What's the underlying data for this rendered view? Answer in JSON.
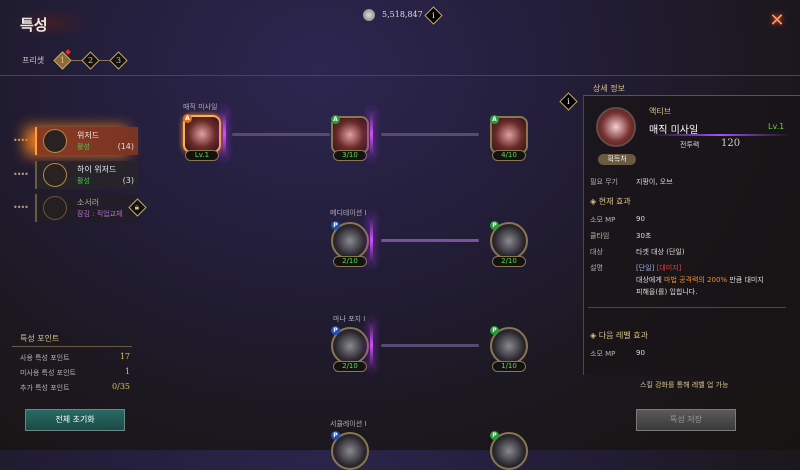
{
  "header": {
    "title": "특성",
    "currency": "5,518,847",
    "preset_label": "프리셋",
    "presets": [
      "1",
      "2",
      "3"
    ]
  },
  "classes": [
    {
      "name": "위저드",
      "status": "활성",
      "count": "(14)"
    },
    {
      "name": "하이 위저드",
      "status": "활성",
      "count": "(3)"
    },
    {
      "name": "소서러",
      "status": "잠김 : 직업교체"
    }
  ],
  "tree": {
    "rows": [
      {
        "label": "매직 미사일",
        "nodes": [
          {
            "type": "A",
            "level": "Lv.1"
          },
          {
            "type": "A",
            "level": "3/10"
          },
          {
            "type": "A",
            "level": "4/10"
          }
        ]
      },
      {
        "label": "메디테이션 I",
        "nodes": [
          {
            "type": "P",
            "level": "2/10"
          },
          {
            "type": "P",
            "level": "2/10"
          }
        ]
      },
      {
        "label": "마나 포지 I",
        "nodes": [
          {
            "type": "P",
            "level": "2/10"
          },
          {
            "type": "P",
            "level": "1/10"
          }
        ]
      },
      {
        "label": "서큘레이션 I",
        "nodes": [
          {
            "type": "P"
          },
          {
            "type": "P"
          }
        ]
      }
    ]
  },
  "points": {
    "title": "특성 포인트",
    "rows": [
      {
        "label": "사용 특성 포인트",
        "value": "17"
      },
      {
        "label": "미사용 특성 포인트",
        "value": "1"
      },
      {
        "label": "추가 특성 포인트",
        "value": "0/35"
      }
    ],
    "reset_label": "전체 초기화"
  },
  "detail": {
    "title": "상세 정보",
    "kind": "액티브",
    "name": "매직 미사일",
    "level": "Lv.1",
    "power_label": "전투력",
    "power": "120",
    "source_button": "획득처",
    "weapon_label": "필요 무기",
    "weapon": "지팡이, 오브",
    "current_title": "현재 효과",
    "mp_label": "소모 MP",
    "mp": "90",
    "cd_label": "쿨타임",
    "cd": "30초",
    "target_label": "대상",
    "target": "타겟 대상 (단일)",
    "desc_label": "설명",
    "tag1": "[단일]",
    "tag2": "[대미지]",
    "desc_a": "대상에게 ",
    "desc_hl": "마법 공격력의 200%",
    "desc_b": " 만큼 대미지",
    "desc_c": "피해을(를) 입힙니다.",
    "next_title": "다음 레벨 효과",
    "next_mp_label": "소모 MP",
    "next_mp": "90"
  },
  "footer": {
    "note": "스킬 강화를 통해 레벨 업 가능",
    "save_label": "특성 저장"
  },
  "colors": {
    "accent": "#d8c38a",
    "active_green": "#3cd24a",
    "purple": "#c050ff"
  }
}
